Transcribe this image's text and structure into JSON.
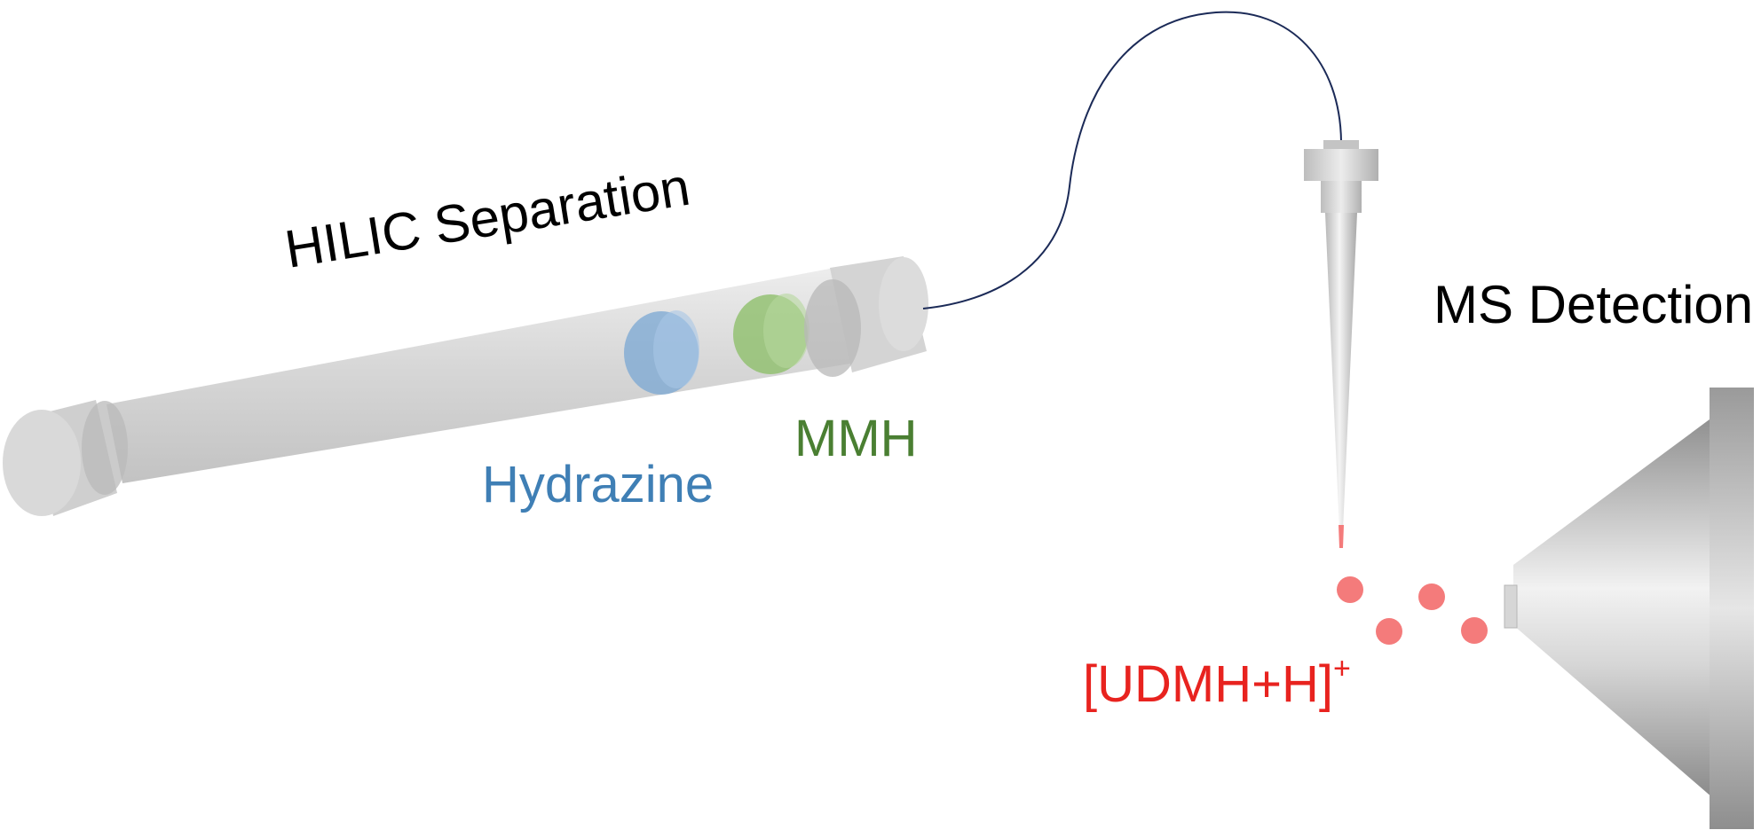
{
  "labels": {
    "hilic": "HILIC Separation",
    "ms": "MS Detection",
    "hydrazine": "Hydrazine",
    "mmh": "MMH",
    "ion_main": "[UDMH+H]",
    "ion_charge": "+"
  },
  "colors": {
    "text": "#000000",
    "hydrazine": "#3f7fb5",
    "mmh": "#4a7f32",
    "ion": "#e8231f",
    "droplet": "#f47b7b",
    "tubing": "#1b2a57"
  },
  "icons": {
    "column": "hplc-column",
    "emitter": "esi-emitter-needle",
    "inlet": "ms-inlet-cone"
  }
}
